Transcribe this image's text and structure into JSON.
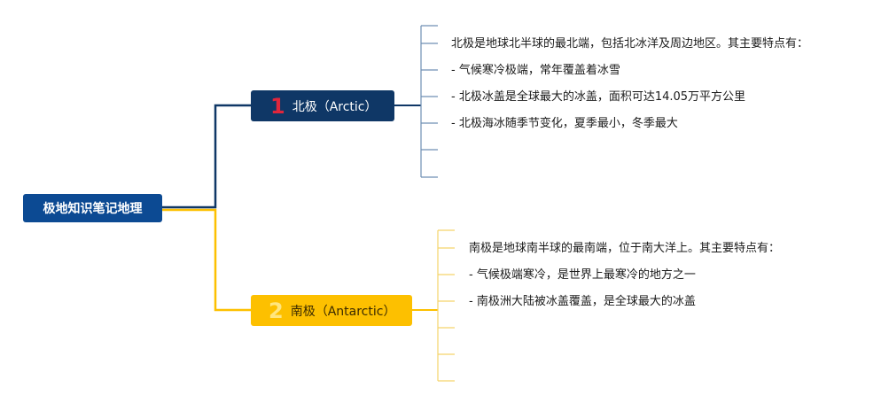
{
  "root": {
    "label": "极地知识笔记地理"
  },
  "branches": [
    {
      "number": "1",
      "label": "北极（Arctic）",
      "color": "#0f3766",
      "notes": [
        "北极是地球北半球的最北端，包括北冰洋及周边地区。其主要特点有：",
        "- 气候寒冷极端，常年覆盖着冰雪",
        "- 北极冰盖是全球最大的冰盖，面积可达14.05万平方公里",
        "- 北极海冰随季节变化，夏季最小，冬季最大"
      ]
    },
    {
      "number": "2",
      "label": "南极（Antarctic）",
      "color": "#fdc000",
      "notes": [
        "南极是地球南半球的最南端，位于南大洋上。其主要特点有：",
        "- 气候极端寒冷，是世界上最寒冷的地方之一",
        "- 南极洲大陆被冰盖覆盖，是全球最大的冰盖"
      ]
    }
  ]
}
